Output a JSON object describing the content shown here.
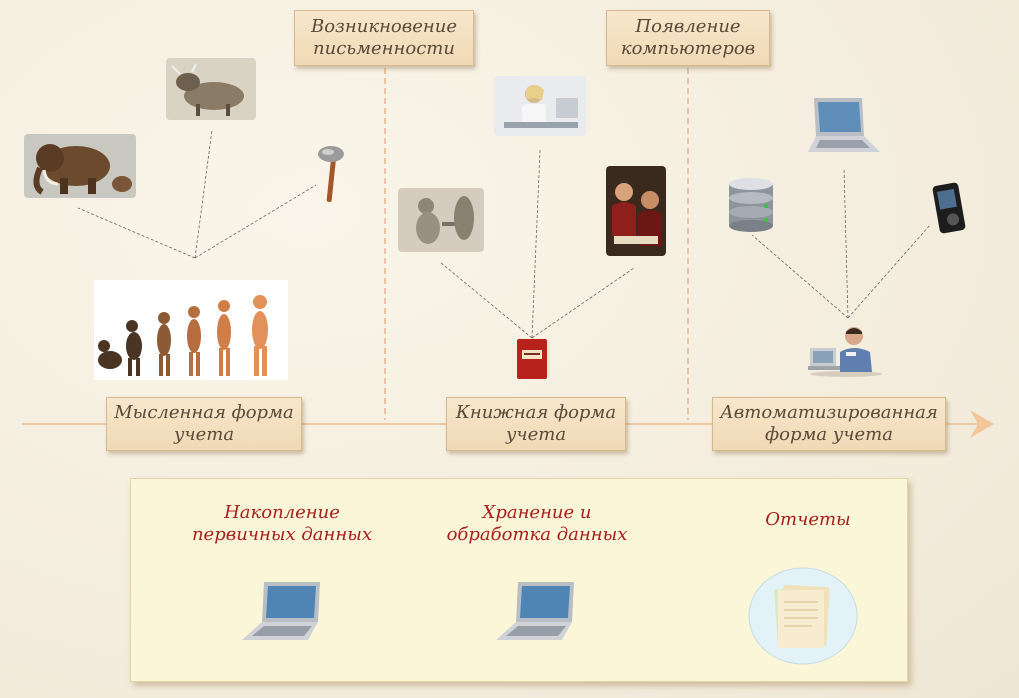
{
  "timeline": {
    "eras": [
      {
        "id": "mental",
        "lines": [
          "Мысленная форма",
          "учета"
        ]
      },
      {
        "id": "book",
        "lines": [
          "Книжная форма",
          "учета"
        ]
      },
      {
        "id": "auto",
        "lines": [
          "Автоматизированная",
          "форма учета"
        ]
      }
    ],
    "milestones": [
      {
        "id": "writing",
        "lines": [
          "Возникновение",
          "письменности"
        ]
      },
      {
        "id": "computers",
        "lines": [
          "Появление",
          "компьютеров"
        ]
      }
    ]
  },
  "process": {
    "steps": [
      {
        "id": "accumulation",
        "lines": [
          "Накопление",
          "первичных данных"
        ]
      },
      {
        "id": "storage",
        "lines": [
          "Хранение и",
          "обработка данных"
        ]
      },
      {
        "id": "reports",
        "lines": [
          "Отчеты"
        ]
      }
    ]
  },
  "icons": [
    "cow-icon",
    "mammoth-icon",
    "stone-axe-icon",
    "evolution-icon",
    "scribe-icon",
    "woman-at-desk-icon",
    "medieval-scholars-icon",
    "ledger-book-icon",
    "laptop-icon",
    "database-icon",
    "mp3-player-icon",
    "man-at-computer-icon",
    "documents-icon"
  ],
  "colors": {
    "accent_red": "#a8201e",
    "label_bg": "#f3dfbd",
    "panel_bg": "#fbf6d8",
    "timeline": "#f0c9a0"
  }
}
